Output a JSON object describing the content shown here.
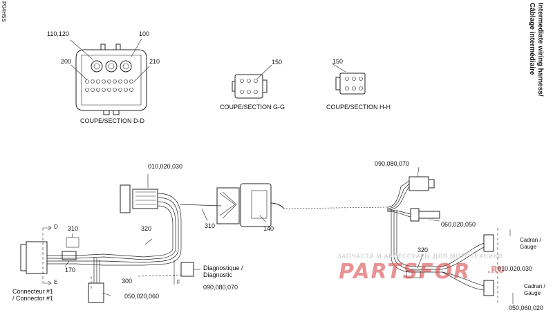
{
  "doc_code": "P04H5S",
  "title": {
    "line1": "Intermediate wiring harness/",
    "line2": "Câblage intermédiaire"
  },
  "sections": {
    "dd": {
      "caption": "COUPE/SECTION D-D",
      "ref1": "110,120",
      "ref2": "100",
      "ref3": "200",
      "ref4": "210"
    },
    "gg": {
      "caption": "COUPE/SECTION G-G",
      "ref": "150"
    },
    "hh": {
      "caption": "COUPE/SECTION H-H",
      "ref": "150"
    }
  },
  "harness": {
    "top_connector": "010,020,030",
    "right_top_connector": "090,080,070",
    "right_mid_connector": "060,020,050",
    "inline_310": "310",
    "inline_140": "140",
    "left_310": "310",
    "left_170": "170",
    "left_320": "320",
    "left_300": "300",
    "bottom_left": "050,020,060",
    "diag_ref": "090,080,070",
    "diag_label": "Diagnostique / Diagnostic",
    "conn1_label": "Connecteur #1 / Connector #1",
    "right_320": "320",
    "gauge_upper_label": "Cadran / Gauge",
    "gauge_upper_ref": "010,020,030",
    "gauge_lower_label": "Cadran / Gauge",
    "gauge_lower_ref": "050,060,020",
    "cut_d": "D",
    "cut_e": "E",
    "cut_f": "F"
  },
  "watermark": {
    "top": "ЗАПЧАСТИ И АКСЕССУАРЫ ДЛЯ МОТОТЕХНИКИ",
    "logo": "PARTSFOR",
    "url": ".RU"
  }
}
